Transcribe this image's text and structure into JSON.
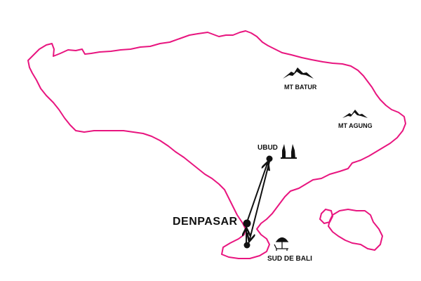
{
  "colors": {
    "coastline": "#e8157f",
    "route": "#111111"
  },
  "places": {
    "denpasar": "DENPASAR",
    "ubud": "UBUD",
    "mt_batur": "MT BATUR",
    "mt_agung": "MT AGUNG",
    "sud_de_bali": "SUD DE BALI"
  },
  "icons": {
    "ubud": "temple-gate-icon",
    "mt_batur": "mountain-icon",
    "mt_agung": "mountain-icon",
    "sud_de_bali": "beach-umbrella-icon"
  }
}
